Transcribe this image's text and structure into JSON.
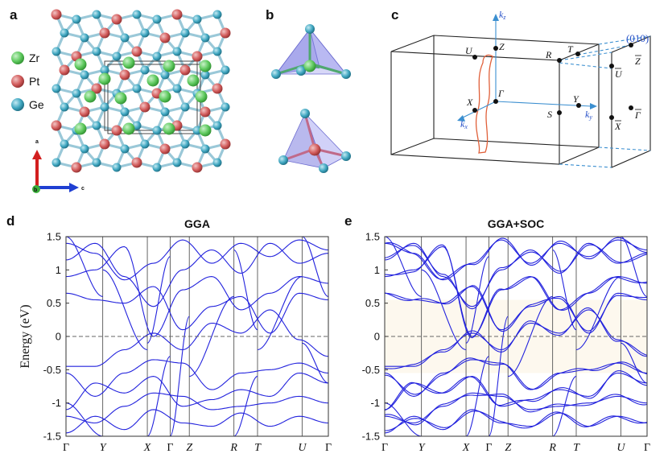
{
  "panels": {
    "a": "a",
    "b": "b",
    "c": "c",
    "d": "d",
    "e": "e"
  },
  "legend": [
    {
      "label": "Zr",
      "color": "#5ec95e"
    },
    {
      "label": "Pt",
      "color": "#d25b5b"
    },
    {
      "label": "Ge",
      "color": "#3fa6c0"
    }
  ],
  "axes_indicator": {
    "a": "a",
    "b": "b",
    "c": "c"
  },
  "bz": {
    "kz": "k",
    "kz_sub": "z",
    "kx": "k",
    "kx_sub": "x",
    "ky": "k",
    "ky_sub": "y",
    "points": {
      "U": "U",
      "Z": "Z",
      "R": "R",
      "T": "T",
      "X": "X",
      "Gamma": "Γ",
      "S": "S",
      "Y": "Y"
    },
    "surface": "(010)",
    "surface_points": {
      "U": "U",
      "Z": "Z",
      "X": "X",
      "Gamma": "Γ"
    }
  },
  "colors": {
    "band": "#2222dd",
    "fermi": "#666666",
    "shade": "#fdf8ee",
    "bz_blue": "#2952c9",
    "fermi_surface": "#e0603a"
  },
  "chart_data": [
    {
      "type": "line",
      "title": "GGA",
      "ylabel": "Energy (eV)",
      "ylim": [
        -1.5,
        1.5
      ],
      "yticks": [
        "1.5",
        "1",
        "0.5",
        "0",
        "-0.5",
        "-1",
        "-1.5"
      ],
      "kpath": [
        {
          "label": "Γ",
          "pos": 0.0
        },
        {
          "label": "Y",
          "pos": 0.14
        },
        {
          "label": "X",
          "pos": 0.31
        },
        {
          "label": "Γ",
          "pos": 0.397
        },
        {
          "label": "Z",
          "pos": 0.47
        },
        {
          "label": "R",
          "pos": 0.64
        },
        {
          "label": "T",
          "pos": 0.73
        },
        {
          "label": "U",
          "pos": 0.9
        },
        {
          "label": "Γ",
          "pos": 1.0
        }
      ],
      "bands": [
        [
          1.4,
          1.25,
          0.85,
          1.1,
          1.45,
          1.1,
          1.4,
          1.2,
          1.45,
          1.3
        ],
        [
          1.15,
          1.4,
          0.9,
          0.45,
          1.0,
          1.3,
          0.95,
          1.4,
          1.1,
          1.25
        ],
        [
          0.9,
          1.0,
          1.35,
          0.0,
          0.7,
          0.9,
          0.4,
          0.65,
          0.9,
          0.8
        ],
        [
          0.65,
          0.55,
          0.5,
          0.75,
          0.1,
          0.45,
          0.6,
          0.05,
          0.65,
          0.55
        ],
        [
          -0.45,
          -0.45,
          -0.2,
          0.05,
          -0.2,
          0.2,
          0.05,
          0.4,
          -0.05,
          -0.3
        ],
        [
          -0.55,
          -0.9,
          -0.55,
          -0.35,
          -0.4,
          -0.8,
          -0.55,
          -0.5,
          -0.4,
          -0.55
        ],
        [
          -1.1,
          -0.7,
          -0.85,
          -0.6,
          -1.05,
          -0.95,
          -0.8,
          -0.9,
          -0.55,
          -0.7
        ],
        [
          -1.2,
          -1.3,
          -1.05,
          -0.85,
          -0.9,
          -1.1,
          -1.05,
          -1.0,
          -0.9,
          -1.0
        ],
        [
          -1.45,
          -1.2,
          -1.4,
          -1.1,
          -1.3,
          -1.35,
          -1.15,
          -1.35,
          -1.2,
          -1.3
        ]
      ]
    },
    {
      "type": "line",
      "title": "GGA+SOC",
      "ylabel": "",
      "ylim": [
        -1.5,
        1.5
      ],
      "yticks": [
        "1.5",
        "1",
        "0.5",
        "0",
        "-0.5",
        "-1",
        "-1.5"
      ],
      "kpath": [
        {
          "label": "Γ",
          "pos": 0.0
        },
        {
          "label": "Y",
          "pos": 0.14
        },
        {
          "label": "X",
          "pos": 0.31
        },
        {
          "label": "Γ",
          "pos": 0.397
        },
        {
          "label": "Z",
          "pos": 0.47
        },
        {
          "label": "R",
          "pos": 0.64
        },
        {
          "label": "T",
          "pos": 0.73
        },
        {
          "label": "U",
          "pos": 0.9
        },
        {
          "label": "Γ",
          "pos": 1.0
        }
      ],
      "shaded_range": [
        -0.55,
        0.55
      ],
      "bands": [
        [
          1.4,
          1.25,
          0.85,
          1.1,
          1.45,
          1.1,
          1.4,
          1.2,
          1.45,
          1.3
        ],
        [
          1.15,
          1.4,
          0.9,
          0.45,
          1.0,
          1.3,
          0.95,
          1.4,
          1.1,
          1.25
        ],
        [
          0.9,
          1.0,
          1.35,
          0.0,
          0.7,
          0.9,
          0.4,
          0.65,
          0.9,
          0.8
        ],
        [
          0.65,
          0.55,
          0.5,
          0.75,
          0.1,
          0.45,
          0.6,
          0.05,
          0.65,
          0.55
        ],
        [
          -0.45,
          -0.45,
          -0.2,
          0.05,
          -0.2,
          0.2,
          0.05,
          0.4,
          -0.05,
          -0.3
        ],
        [
          -0.55,
          -0.9,
          -0.55,
          -0.35,
          -0.4,
          -0.8,
          -0.55,
          -0.5,
          -0.4,
          -0.55
        ],
        [
          -1.1,
          -0.7,
          -0.85,
          -0.6,
          -1.05,
          -0.95,
          -0.8,
          -0.9,
          -0.55,
          -0.7
        ],
        [
          -1.2,
          -1.3,
          -1.05,
          -0.85,
          -0.9,
          -1.1,
          -1.05,
          -1.0,
          -0.9,
          -1.0
        ],
        [
          -1.45,
          -1.2,
          -1.4,
          -1.1,
          -1.3,
          -1.35,
          -1.15,
          -1.35,
          -1.2,
          -1.3
        ]
      ]
    }
  ]
}
